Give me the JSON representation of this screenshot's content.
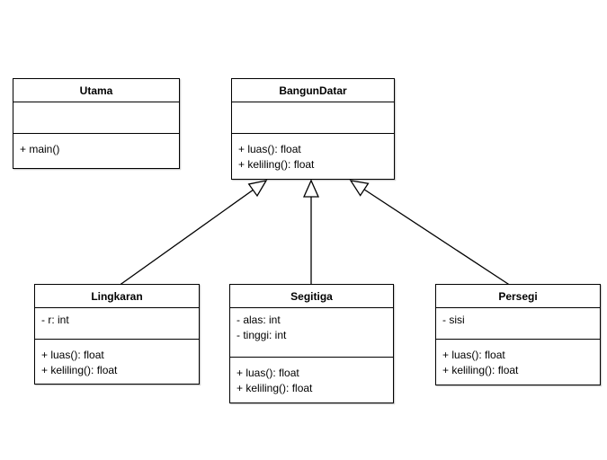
{
  "diagram": {
    "kind": "uml-class-diagram",
    "background_color": "#ffffff",
    "line_color": "#000000",
    "text_color": "#000000"
  },
  "classes": {
    "utama": {
      "name": "Utama",
      "attributes": [],
      "methods": [
        "+ main()"
      ]
    },
    "bangundatar": {
      "name": "BangunDatar",
      "attributes": [],
      "methods": [
        "+ luas(): float",
        "+ keliling(): float"
      ]
    },
    "lingkaran": {
      "name": "Lingkaran",
      "attributes": [
        "- r: int"
      ],
      "methods": [
        "+ luas(): float",
        "+ keliling(): float"
      ]
    },
    "segitiga": {
      "name": "Segitiga",
      "attributes": [
        "- alas: int",
        "- tinggi: int"
      ],
      "methods": [
        "+ luas(): float",
        "+ keliling(): float"
      ]
    },
    "persegi": {
      "name": "Persegi",
      "attributes": [
        "- sisi"
      ],
      "methods": [
        "+ luas(): float",
        "+ keliling(): float"
      ]
    }
  },
  "relations": [
    {
      "from": "Lingkaran",
      "to": "BangunDatar",
      "type": "generalization"
    },
    {
      "from": "Segitiga",
      "to": "BangunDatar",
      "type": "generalization"
    },
    {
      "from": "Persegi",
      "to": "BangunDatar",
      "type": "generalization"
    }
  ]
}
